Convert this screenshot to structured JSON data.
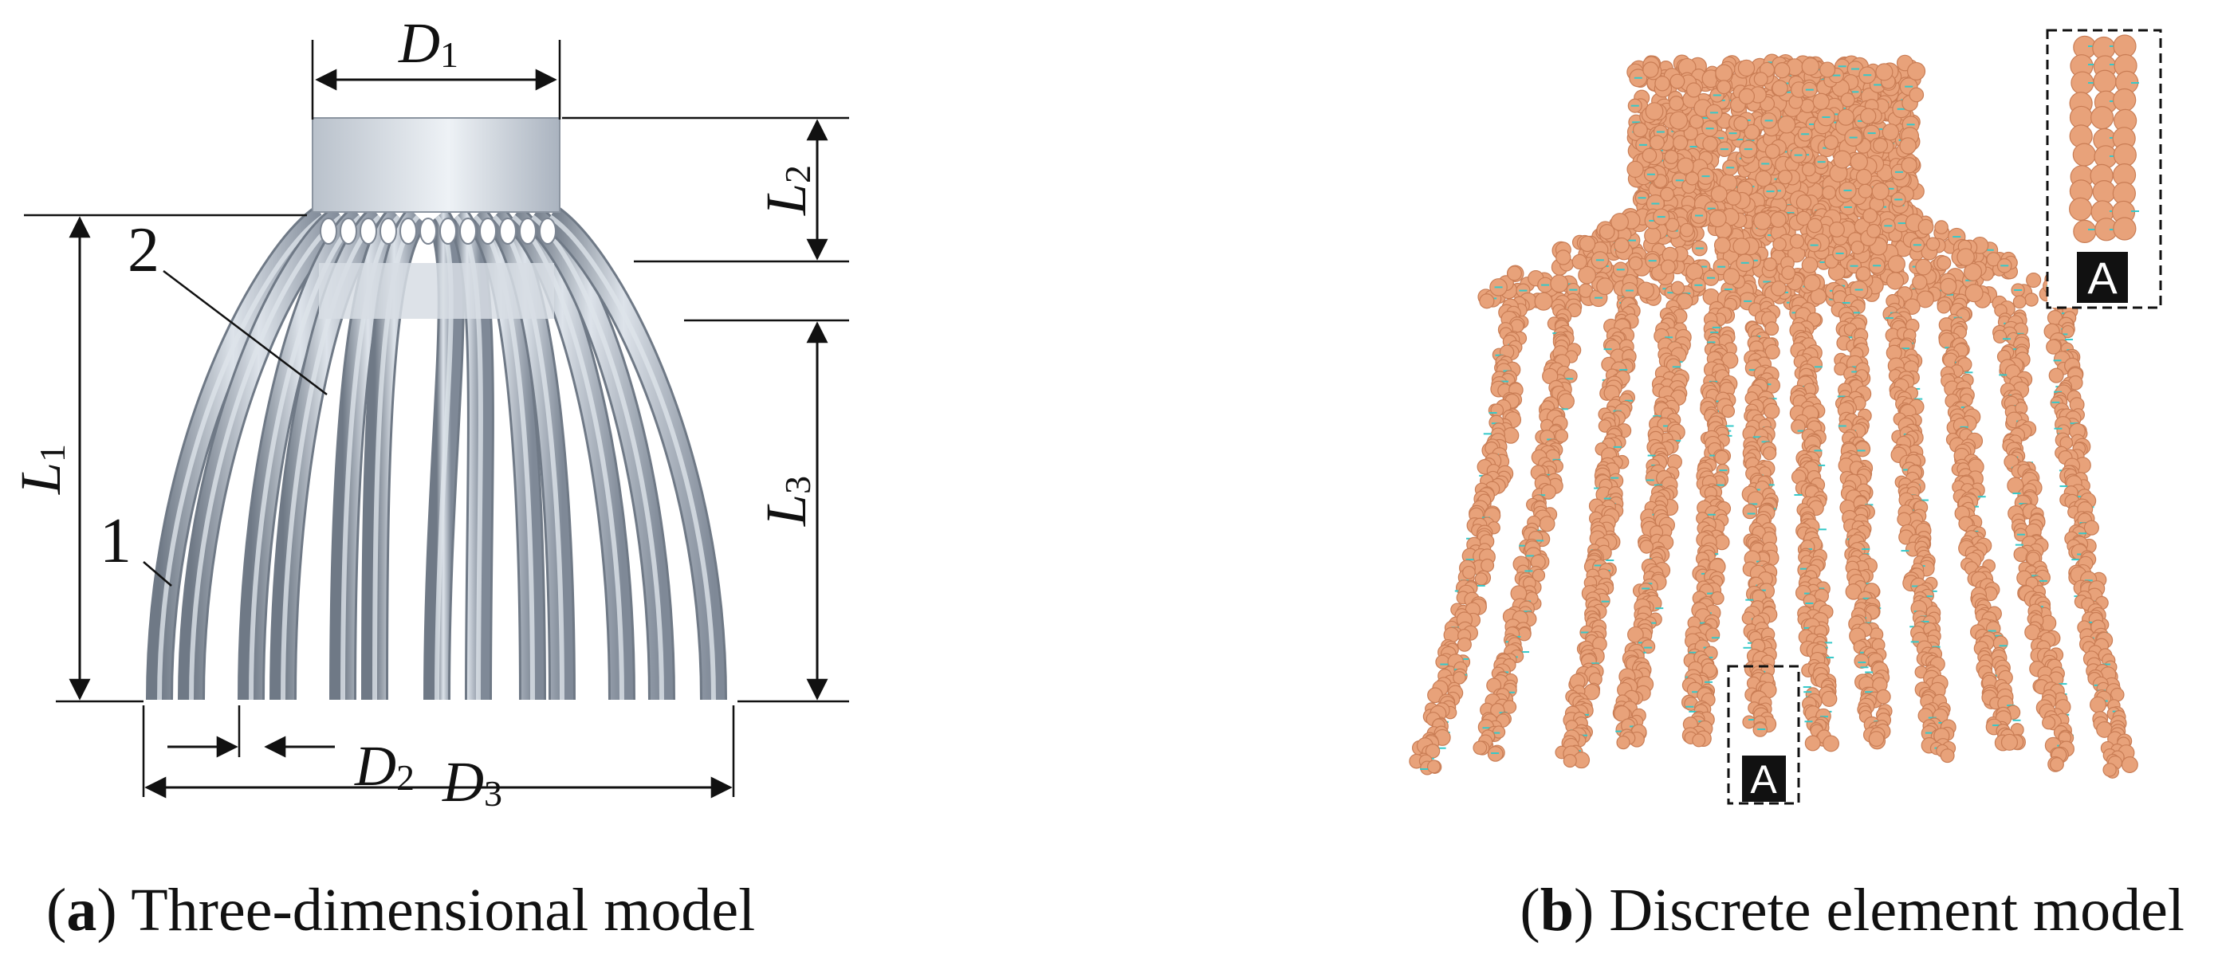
{
  "panel_a": {
    "caption_letter": "a",
    "caption_text": "Three-dimensional model",
    "labels": {
      "d1": {
        "main": "D",
        "sub": "1"
      },
      "d2": {
        "main": "D",
        "sub": "2"
      },
      "d3": {
        "main": "D",
        "sub": "3"
      },
      "l1": {
        "main": "L",
        "sub": "1"
      },
      "l2": {
        "main": "L",
        "sub": "2"
      },
      "l3": {
        "main": "L",
        "sub": "3"
      },
      "part1": "1",
      "part2": "2"
    },
    "colors": {
      "tube": "#9aa4b2",
      "tube_light": "#dde3ea",
      "tube_dark": "#6f7986"
    }
  },
  "panel_b": {
    "caption_letter": "b",
    "caption_text": "Discrete element model",
    "detail_label": "A",
    "colors": {
      "particle": "#e8a27a",
      "particle_edge": "#c97d55",
      "accent": "#36c9c9"
    }
  }
}
